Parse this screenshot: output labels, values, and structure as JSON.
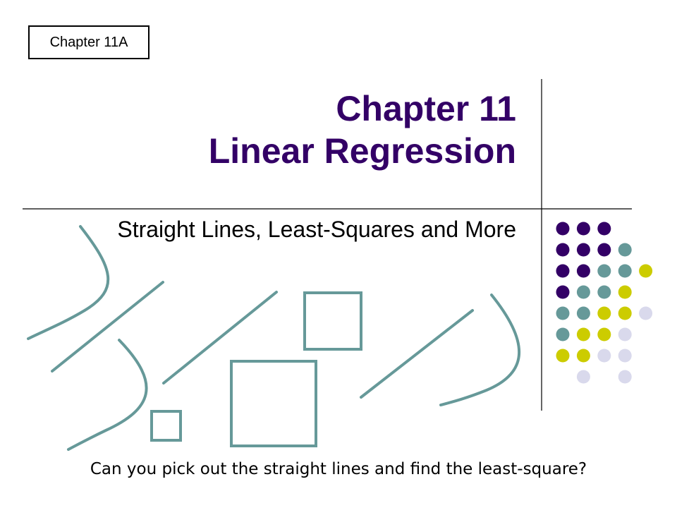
{
  "slide": {
    "chapter_tag": "Chapter 11A",
    "title_line1": "Chapter 11",
    "title_line2": "Linear Regression",
    "subtitle": "Straight Lines, Least-Squares and More",
    "question": "Can you pick out the straight lines and find the least-square?"
  },
  "colors": {
    "title": "#330066",
    "teal": "#669999",
    "purple": "#330066",
    "olive": "#cccc00",
    "lavender": "#d9d9ec"
  },
  "dot_grid": [
    [
      "purple",
      "purple",
      "purple",
      "",
      ""
    ],
    [
      "purple",
      "purple",
      "purple",
      "teal",
      ""
    ],
    [
      "purple",
      "purple",
      "teal",
      "teal",
      "olive"
    ],
    [
      "purple",
      "teal",
      "teal",
      "olive",
      ""
    ],
    [
      "teal",
      "teal",
      "olive",
      "olive",
      "lavender"
    ],
    [
      "teal",
      "olive",
      "olive",
      "lavender",
      ""
    ],
    [
      "olive",
      "olive",
      "lavender",
      "lavender",
      ""
    ],
    [
      "",
      "lavender",
      "",
      "lavender",
      ""
    ]
  ]
}
